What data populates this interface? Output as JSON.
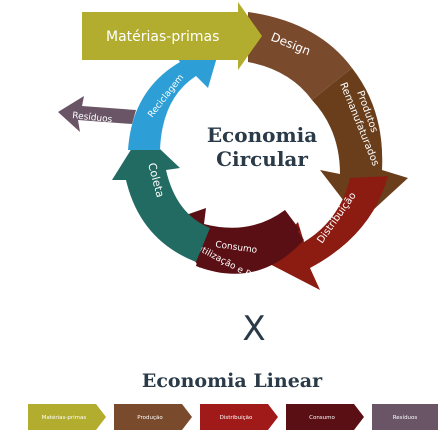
{
  "circular": {
    "title_line1": "Economia",
    "title_line2": "Circular",
    "raw_materials": "Matérias-primas",
    "design": "Design",
    "products_l1": "Produtos",
    "products_l2": "Remanufaturados",
    "distribution": "Distribuição",
    "consumption_l1": "Consumo",
    "consumption_l2": "Reutilização e Reparo",
    "collection": "Coleta",
    "recycling": "Reciclagem",
    "waste": "Resíduos"
  },
  "versus": "X",
  "linear": {
    "title": "Economia Linear",
    "steps": [
      "Matérias-primas",
      "Produção",
      "Distribuição",
      "Consumo",
      "Resíduos"
    ]
  },
  "colors": {
    "raw_materials": "#b2ad2e",
    "design": "#7a4a2c",
    "products": "#6a3e1a",
    "distribution": "#8c1c12",
    "consumption": "#5a0f14",
    "collection": "#226b63",
    "recycling": "#2e9fd6",
    "waste": "#6a5566",
    "title_text": "#2a3a48"
  }
}
